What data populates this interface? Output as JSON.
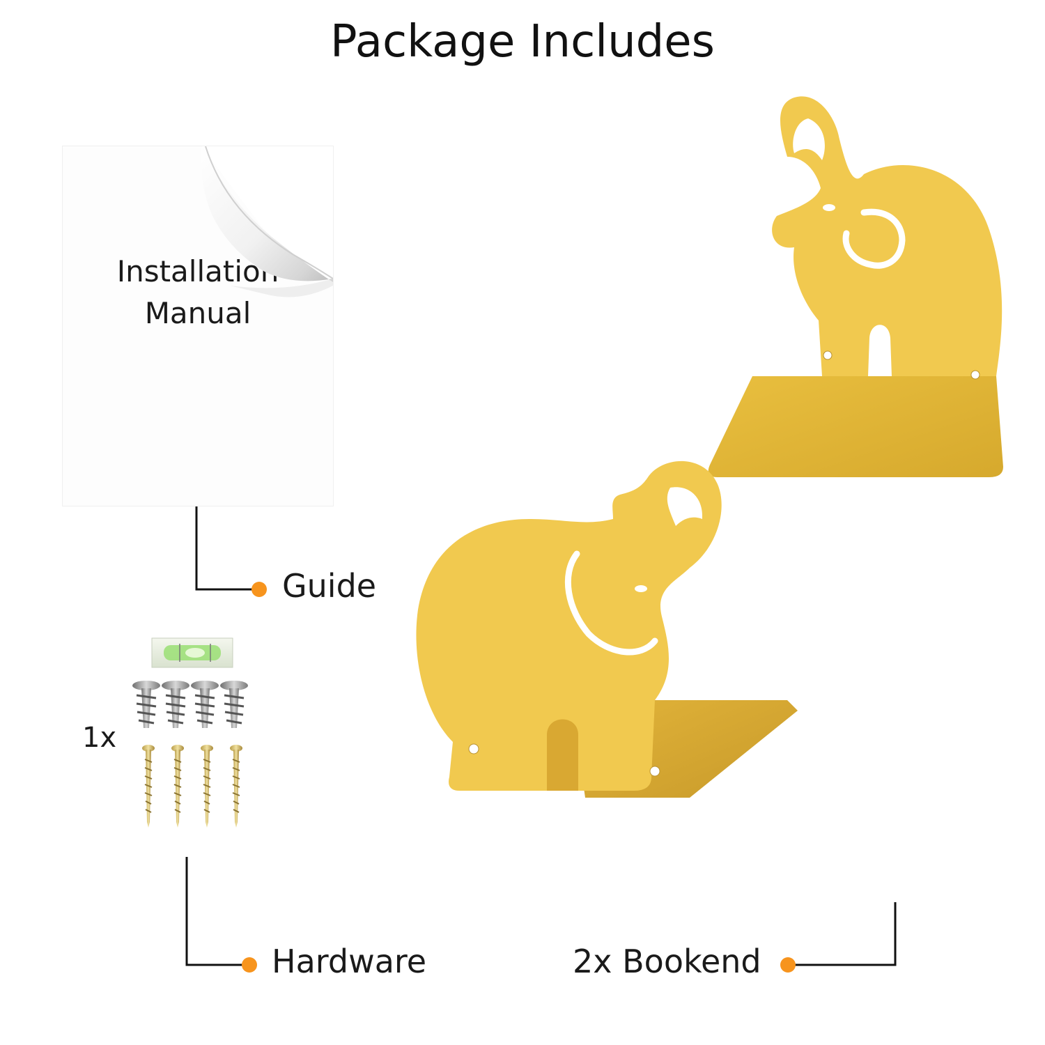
{
  "title": "Package Includes",
  "manual": {
    "line1": "Installation",
    "line2": "Manual"
  },
  "labels": {
    "guide": "Guide",
    "hardware": "Hardware",
    "bookend": "2x Bookend",
    "hardware_qty": "1x"
  },
  "colors": {
    "accent_dot": "#F7941D",
    "bookend_gold": "#F1C94F",
    "line": "#111111"
  },
  "icons": [
    "bubble-level-icon",
    "wall-anchor-icon",
    "screw-icon",
    "elephant-bookend-icon"
  ]
}
